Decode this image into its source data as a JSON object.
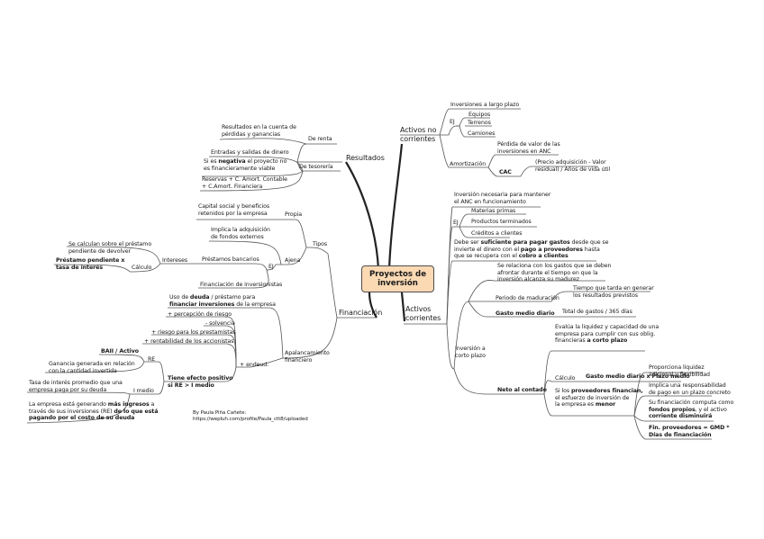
{
  "center": "Proyectos de\ninversión",
  "branches": {
    "no_corrientes": "Activos no\ncorrientes",
    "corrientes": "Activos\ncorrientes",
    "resultados": "Resultados",
    "financiacion": "Financiación"
  },
  "nc": {
    "largo_plazo": "Inversiones a largo plazo",
    "ej": "EJ",
    "equipos": "Equipos",
    "terrenos": "Terrenos",
    "camiones": "Camiones",
    "amortizacion": "Amortización",
    "perdida": "Pérdida de valor de las\ninversiones en ANC",
    "cac": "CAC",
    "formula_cac": "(Precio adquisición - Valor\nresidual) / Años de vida útil"
  },
  "co": {
    "inversion_necesaria": "Inversión necesaria para mantener\nel ANC en funcionamiento",
    "ej": "EJ",
    "materias": "Materias primas",
    "productos": "Productos terminados",
    "creditos": "Créditos a clientes",
    "suficiente": {
      "p1": "Debe ser ",
      "b1": "suficiente para pagar gastos",
      "p2": " desde que se\ninvierte el dinero con el ",
      "b2": "pago a proveedores",
      "p3": " hasta\nque se recupera con el ",
      "b3": "cobro a clientes"
    },
    "relaciona": "Se relaciona con los gastos que se deben\nafrontar durante el tiempo en que la\ninversión alcanza su madurez",
    "periodo": "Periodo de maduración",
    "tiempo": "Tiempo que tarda en generar\nlos resultados previstos",
    "gasto_diario": "Gasto medio diario",
    "total_gastos": "Total de gastos / 365 días",
    "inversion_corto": "Inversión a\ncorto plazo",
    "evalua": {
      "p1": "Evalúa la liquidez y capacidad de una\nempresa para cumplir con sus oblig.\nfinancieras ",
      "b1": "a corto plazo"
    },
    "calculo": "Cálculo",
    "formula_neto": "Gasto medio diario x Plazo medio",
    "neto": "Neto al contado",
    "proveedores": {
      "p1": "Si los ",
      "b1": "proveedores financian,",
      "p2": "\nel esfuerzo de inversión de\nla empresa es ",
      "b2": "menor"
    },
    "proporciona": "Proporciona liquidez\nadicional y flexibilidad",
    "implica": "Implica una responsabilidad\nde pago en un plazo concreto",
    "computa": {
      "p1": "Su financiación computa como\n",
      "b1": "fondos propios",
      "p2": ",   y el activo\n",
      "b2": "corriente disminuirá"
    },
    "fin_formula": "Fin. proveedores = GMD *\nDías de financiación"
  },
  "res": {
    "cuenta": "Resultados en la cuenta de\npérdidas y ganancias",
    "de_renta": "De renta",
    "entradas": "Entradas y salidas de dinero",
    "negativa": {
      "p1": "Si es ",
      "b1": "negativa",
      "p2": " el proyecto no\nes financieramente viable"
    },
    "de_tesoreria": "De tesorería",
    "reservas": "Reservas + C. Amort. Contable\n+ C.Amort. Financiera"
  },
  "fin": {
    "capital": "Capital social y beneficios\nretenidos por la empresa",
    "propia": "Propia",
    "tipos": "Tipos",
    "implica": "Implica la adquisición\nde fondos externos",
    "ajena": "Ajena",
    "prestamos": "Préstamos bancarios",
    "ej": "EJ",
    "intereses": "Intereses",
    "calculan": "Se calculan sobre el préstamo\npendiente de devolver",
    "calculo": "Cálculo",
    "formula_int": "Préstamo pendiente x\ntasa de interés",
    "financiacion_inv": "Financiación de inversionistas",
    "uso": {
      "p1": "Uso de ",
      "b1": "deuda",
      "p2": " / préstamo para\n",
      "b2": "financiar inversiones",
      "p3": "  de la empresa"
    },
    "apalancamiento": "Apalancamiento\nfinanciero",
    "percepcion": "+ percepción de riesgo",
    "solvencia": "- solvencia",
    "riesgo_prest": "+ riesgo para los prestamistas",
    "rentabilidad": "+ rentabilidad de los accionistas",
    "endeud": "+ endeud.",
    "efecto": "Tiene efecto positivo\nsi RE > I medio",
    "re": "RE",
    "bait": "BAII / Activo",
    "ganancia": "Ganancia generada en relación\ncon la cantidad invertida",
    "imedio": "I medio",
    "tasa": "Tasa de interés promedio que una\nempresa paga por su deuda",
    "generando": {
      "p1": "La empresa está generando ",
      "b1": "más ingresos",
      "p2": " a\ntravés de sus inversiones (RE) ",
      "b2": "de lo que está\npagando por el costo de su deuda"
    }
  },
  "credit": "By Paula Piña Cañete:\nhttps://wepluh.com/profile/Paula_ctt8/uploaded"
}
